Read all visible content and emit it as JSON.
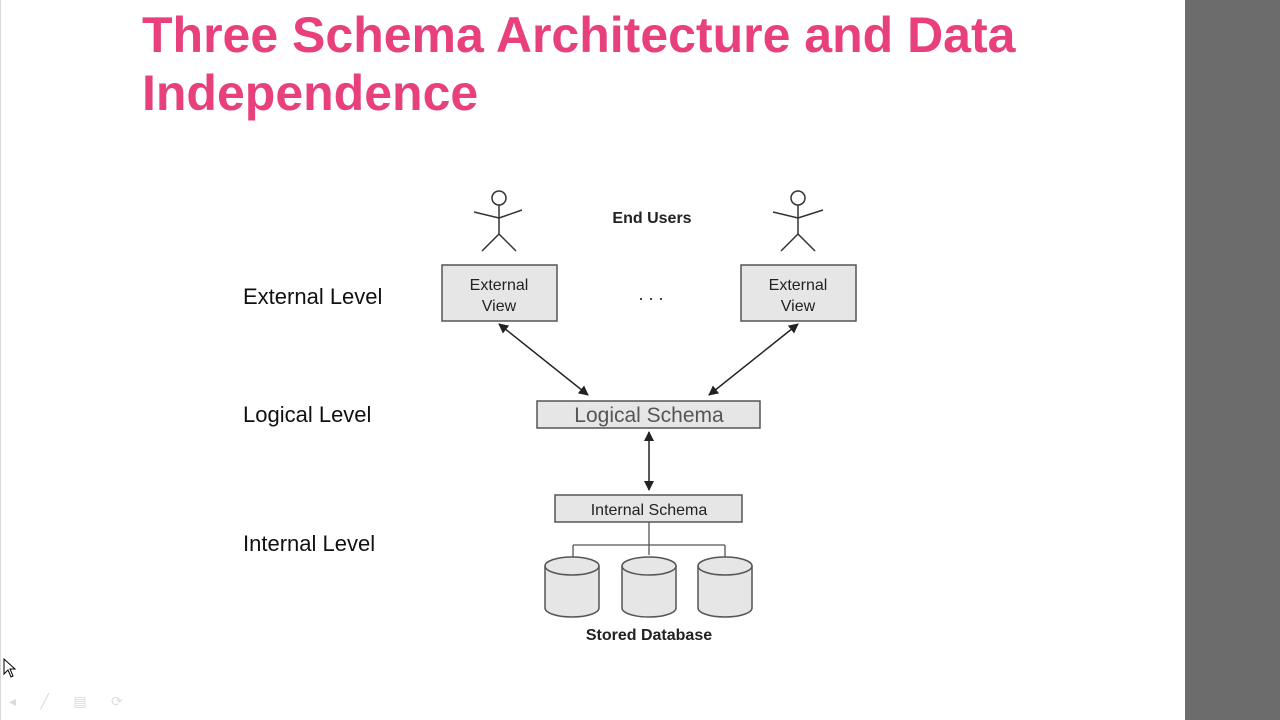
{
  "slide": {
    "title": "Three Schema Architecture and Data Independence"
  },
  "levels": {
    "external": "External Level",
    "logical": "Logical Level",
    "internal": "Internal Level"
  },
  "diagram": {
    "end_users": "End Users",
    "external_view_line1": "External",
    "external_view_line2": "View",
    "ellipsis": ". . .",
    "logical_schema": "Logical Schema",
    "internal_schema": "Internal Schema",
    "stored_database": "Stored Database"
  },
  "icons": [
    "user-figure-icon",
    "database-cylinder-icon",
    "arrow-icon",
    "mouse-cursor-icon"
  ],
  "colors": {
    "title": "#e8407c",
    "box_fill": "#e6e6e6",
    "side_panel": "#6c6c6c"
  }
}
